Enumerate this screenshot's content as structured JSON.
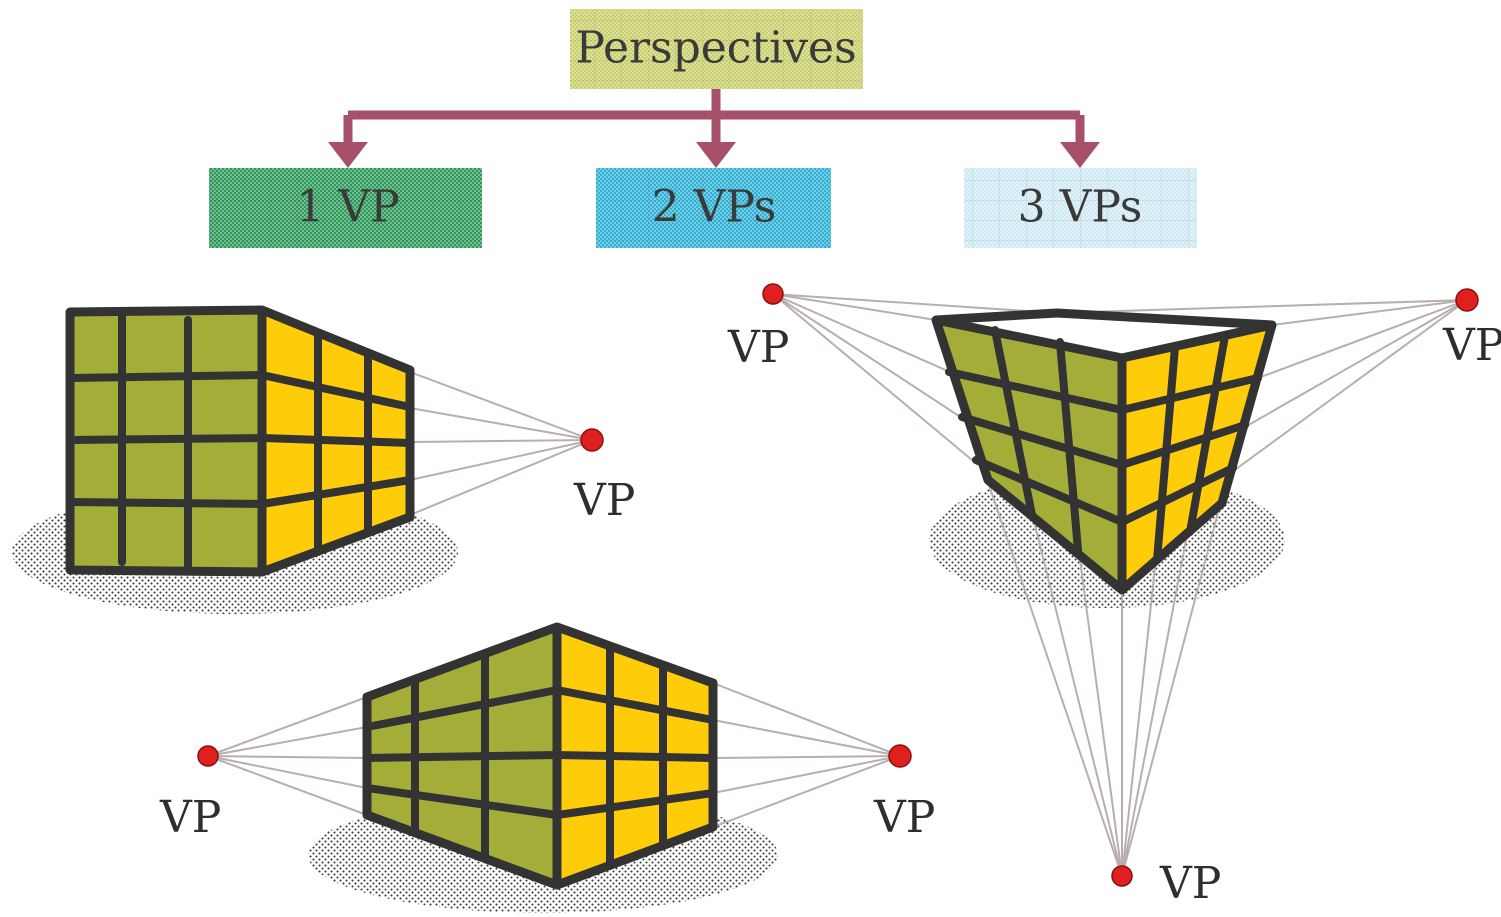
{
  "diagram": {
    "root": {
      "label": "Perspectives",
      "fill": "#c9cf6a"
    },
    "categories": [
      {
        "label": "1 VP",
        "fill": "#2e9a5a"
      },
      {
        "label": "2 VPs",
        "fill": "#2fb2d6"
      },
      {
        "label": "3 VPs",
        "fill": "#cfeaf4"
      }
    ],
    "connector_color": "#a6506a",
    "vp_label": "VP",
    "vp_dot_color": "#e02020",
    "guide_line_color": "#b9aeae",
    "face_colors": {
      "left": "#a3ad38",
      "right": "#ffcc0a",
      "top": "#ffffff",
      "outline": "#333333"
    },
    "figures": [
      {
        "name": "one-point-cube",
        "vanishing_points": 1
      },
      {
        "name": "two-point-cube",
        "vanishing_points": 2
      },
      {
        "name": "three-point-cube",
        "vanishing_points": 3
      }
    ]
  }
}
